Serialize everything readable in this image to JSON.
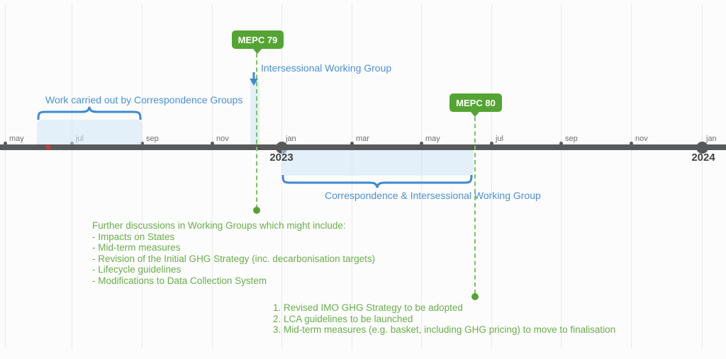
{
  "timeline": {
    "months": [
      "may",
      "jul",
      "sep",
      "nov",
      "jan",
      "mar",
      "may",
      "jul",
      "sep",
      "nov",
      "jan"
    ],
    "years": [
      "2023",
      "2024"
    ]
  },
  "events": {
    "mepc79": {
      "badge": "MEPC 79",
      "annotation": "Intersessional Working Group",
      "notes_title": "Further discussions in Working Groups which might include:",
      "notes": [
        "- Impacts on States",
        "- Mid-term measures",
        "- Revision of the Initial GHG Strategy (inc. decarbonisation targets)",
        "- Lifecycle guidelines",
        "- Modifications to Data Collection System"
      ]
    },
    "mepc80": {
      "badge": "MEPC 80",
      "outcomes": [
        "1. Revised IMO GHG Strategy to be adopted",
        "2. LCA guidelines to be launched",
        "3. Mid-term measures (e.g. basket, including GHG pricing) to move to finalisation"
      ]
    }
  },
  "periods": {
    "correspondence_groups": "Work carried out by Correspondence Groups",
    "correspondence_intersessional": "Correspondence & Intersessional Working Group"
  },
  "colors": {
    "badge_green": "#54a433",
    "dashed_green": "#79c35b",
    "notes_green": "#69ae49",
    "annotation_blue": "#4a90d9",
    "brace_blue": "#3f88d4",
    "shade_blue": "#d9e9f7",
    "timeline_gray": "#58595b",
    "red_marker": "#cc3b33"
  }
}
